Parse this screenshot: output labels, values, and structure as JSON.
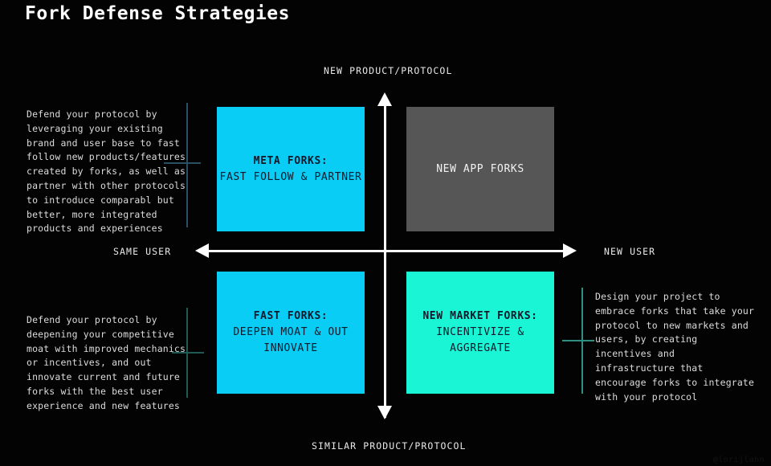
{
  "page": {
    "title": "Fork Defense Strategies",
    "background_color": "#030303",
    "watermark": "@lorijlahn"
  },
  "axes": {
    "top_label": "NEW PRODUCT/PROTOCOL",
    "bottom_label": "SIMILAR PRODUCT/PROTOCOL",
    "left_label": "SAME USER",
    "right_label": "NEW USER",
    "axis_color": "#ffffff"
  },
  "quadrants": [
    {
      "id": "meta-forks",
      "position": "top-left",
      "heading": "META FORKS:",
      "subtitle": "FAST FOLLOW &\nPARTNER",
      "fill": "#0ACDF5",
      "text_color": "#0d1a2b"
    },
    {
      "id": "new-app-forks",
      "position": "top-right",
      "heading": "NEW APP FORKS",
      "subtitle": "",
      "fill": "#565656",
      "text_color": "#f2f2f2"
    },
    {
      "id": "fast-forks",
      "position": "bottom-left",
      "heading": "FAST FORKS:",
      "subtitle": "DEEPEN MOAT &\nOUT INNOVATE",
      "fill": "#0ACDF5",
      "text_color": "#0d1a2b"
    },
    {
      "id": "new-market-forks",
      "position": "bottom-right",
      "heading": "NEW MARKET FORKS:",
      "subtitle": "INCENTIVIZE &\nAGGREGATE",
      "fill": "#1AF5D6",
      "text_color": "#0d1a2b"
    }
  ],
  "annotations": [
    {
      "id": "meta-forks-note",
      "for": "meta-forks",
      "text": "Defend your protocol by leveraging your existing brand and user base to fast follow new products/features created by forks, as well as partner with other protocols to introduce comparabl but better, more integrated products and experiences",
      "connector_color": "#2b4f62"
    },
    {
      "id": "fast-forks-note",
      "for": "fast-forks",
      "text": "Defend your protocol by deepening your competitive moat with improved mechanics or incentives, and out innovate current and future forks with the best user experience and new features",
      "connector_color": "#205a55"
    },
    {
      "id": "new-market-forks-note",
      "for": "new-market-forks",
      "text": "Design your project to embrace forks that take your protocol to new markets and users, by creating incentives and infrastructure that encourage forks to integrate with your protocol",
      "connector_color": "#2f8f80"
    }
  ]
}
